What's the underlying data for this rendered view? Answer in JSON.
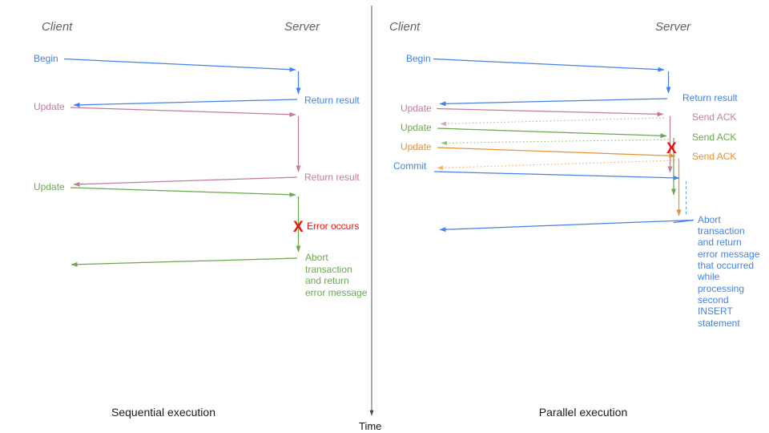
{
  "palette": {
    "blue": "#4582e6",
    "pink": "#c27ba0",
    "green": "#6aa84f",
    "orange": "#e69138",
    "red": "#ee1111",
    "blue_light": "#6d9eeb",
    "pink_light": "#d5a6bd",
    "green_light": "#93c47d",
    "orange_light": "#f6b26b",
    "axis": "#454545"
  },
  "time_axis": {
    "label": "Time"
  },
  "panels": {
    "sequential": {
      "caption": "Sequential execution",
      "client_header": "Client",
      "server_header": "Server",
      "messages": {
        "begin": "Begin",
        "return_result_1": "Return result",
        "update_1": "Update",
        "return_result_2": "Return result",
        "update_2": "Update",
        "error_mark": "X",
        "error_label": "Error occurs",
        "abort_lines": [
          "Abort",
          "transaction",
          "and return",
          "error message"
        ]
      }
    },
    "parallel": {
      "caption": "Parallel execution",
      "client_header": "Client",
      "server_header": "Server",
      "messages": {
        "begin": "Begin",
        "return_result": "Return result",
        "update_1": "Update",
        "send_ack_1": "Send ACK",
        "update_2": "Update",
        "send_ack_2": "Send ACK",
        "update_3": "Update",
        "send_ack_3": "Send ACK",
        "commit": "Commit",
        "error_mark": "X",
        "abort_lines": [
          "Abort",
          "transaction",
          "and return",
          "error message",
          "that occurred",
          "while",
          "processing",
          "second",
          "INSERT",
          "statement"
        ]
      }
    }
  }
}
